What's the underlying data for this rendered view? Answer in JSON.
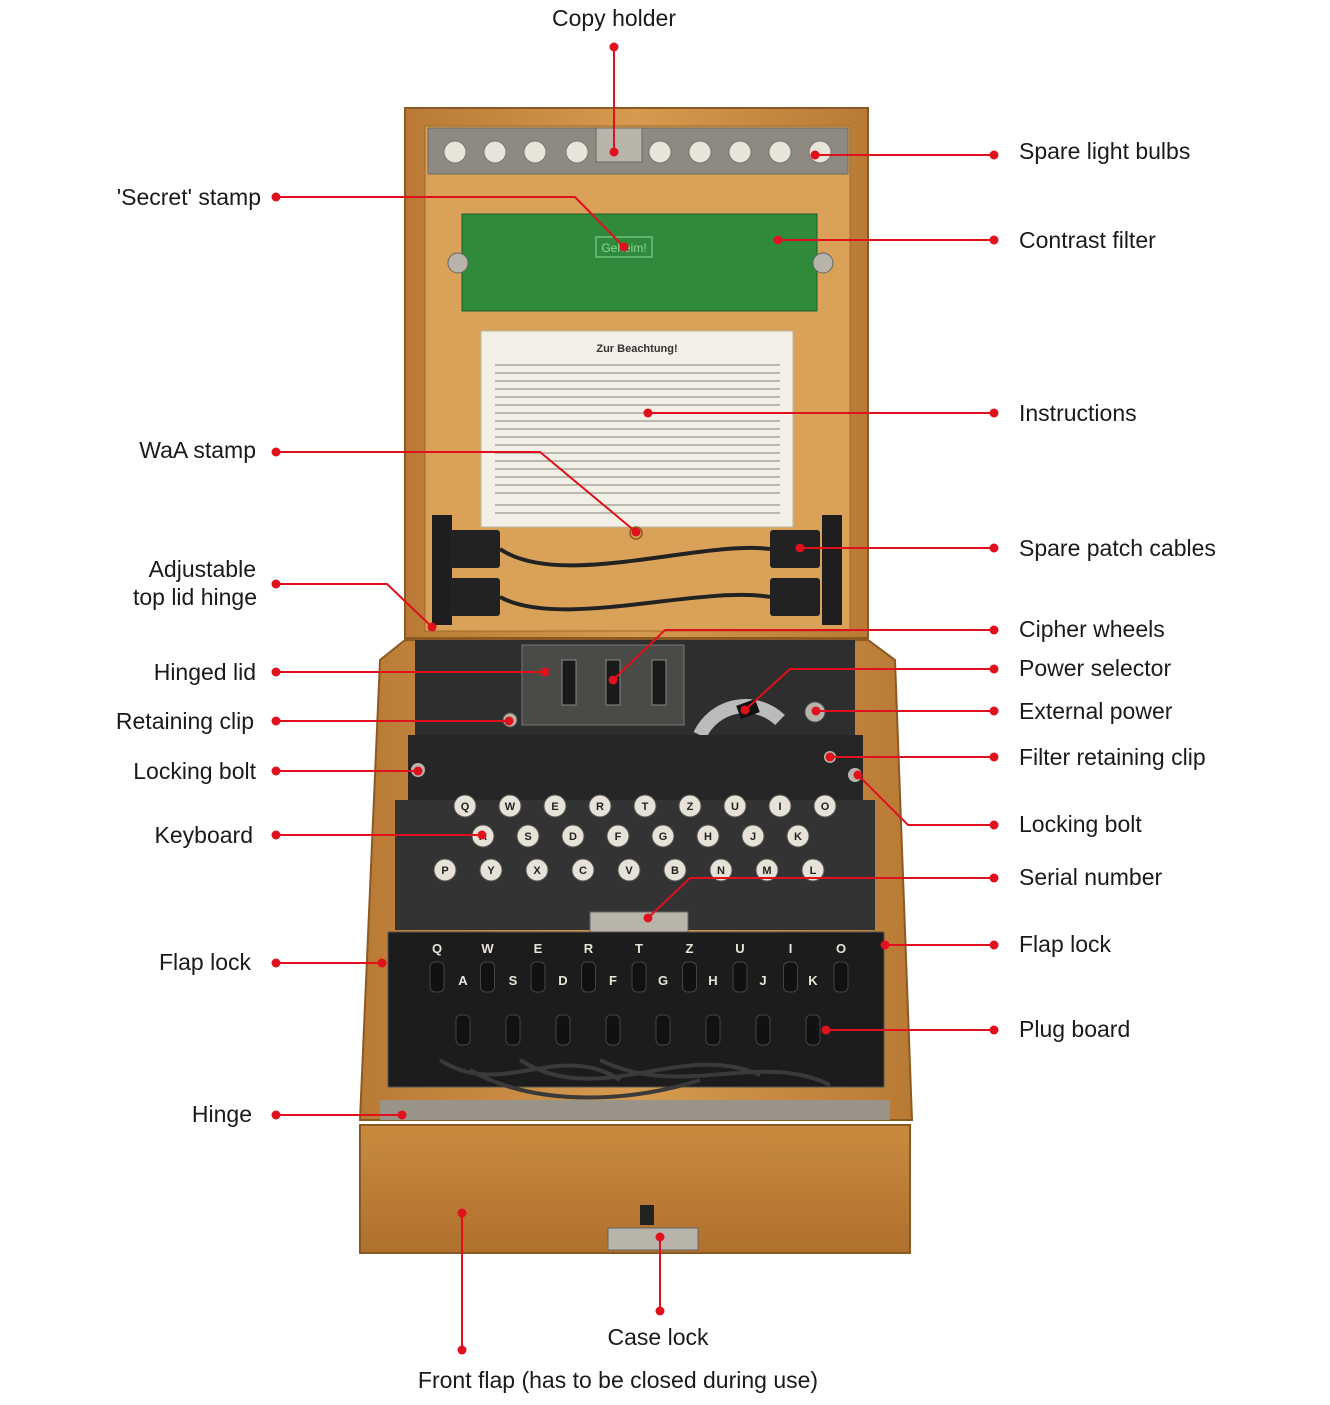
{
  "labels": {
    "copy_holder": "Copy holder",
    "spare_light_bulbs": "Spare light bulbs",
    "secret_stamp": "'Secret' stamp",
    "contrast_filter": "Contrast filter",
    "instructions": "Instructions",
    "waa_stamp": "WaA stamp",
    "spare_patch_cables": "Spare patch cables",
    "adjustable_hinge_line1": "Adjustable",
    "adjustable_hinge_line2": "top lid hinge",
    "cipher_wheels": "Cipher wheels",
    "hinged_lid": "Hinged lid",
    "power_selector": "Power selector",
    "retaining_clip": "Retaining clip",
    "external_power": "External power",
    "locking_bolt_left": "Locking bolt",
    "filter_retaining_clip": "Filter retaining clip",
    "locking_bolt_right": "Locking bolt",
    "keyboard": "Keyboard",
    "serial_number": "Serial number",
    "flap_lock_left": "Flap lock",
    "flap_lock_right": "Flap lock",
    "plug_board": "Plug board",
    "hinge": "Hinge",
    "case_lock": "Case lock",
    "front_flap": "Front flap (has to be closed during use)"
  },
  "device_text": {
    "stamp_secret": "Geheim!",
    "instructions_heading": "Zur Beachtung!",
    "keyboard_rows": [
      [
        "Q",
        "W",
        "E",
        "R",
        "T",
        "Z",
        "U",
        "I",
        "O"
      ],
      [
        "A",
        "S",
        "D",
        "F",
        "G",
        "H",
        "J",
        "K"
      ],
      [
        "P",
        "Y",
        "X",
        "C",
        "V",
        "B",
        "N",
        "M",
        "L"
      ]
    ],
    "plug_top_row": [
      "Q",
      "W",
      "E",
      "R",
      "T",
      "Z",
      "U",
      "I",
      "O"
    ],
    "plug_mid_row": [
      "A",
      "S",
      "D",
      "F",
      "G",
      "H",
      "J",
      "K"
    ]
  },
  "colors": {
    "leader": "#e0101c",
    "label_text": "#1a1a1a",
    "wood": "#c98a3f",
    "wood_dark": "#a86a2a",
    "filter_green": "#2f8a3a",
    "machine_black": "#2a2a2a"
  }
}
